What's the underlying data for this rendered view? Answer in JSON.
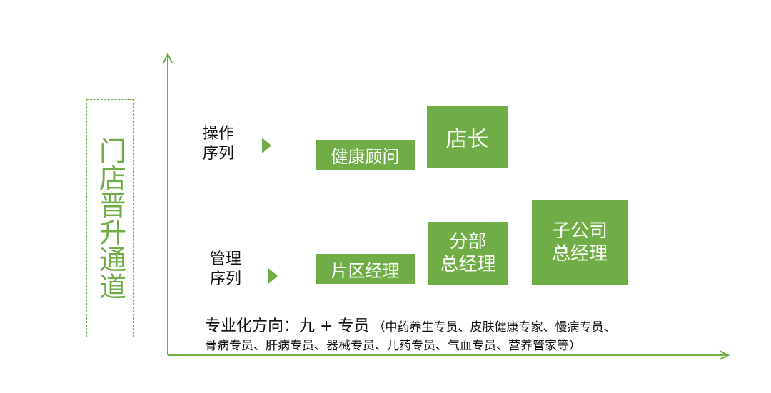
{
  "title": "门店晋升通道",
  "rows": {
    "operation": {
      "label_line1": "操作",
      "label_line2": "序列",
      "step1": "健康顾问",
      "step2": "店长"
    },
    "management": {
      "label_line1": "管理",
      "label_line2": "序列",
      "step1": "片区经理",
      "step2_line1": "分部",
      "step2_line2": "总经理",
      "step3_line1": "子公司",
      "step3_line2": "总经理"
    }
  },
  "specialization": {
    "main": "专业化方向：九 + 专员",
    "detail_line1": "（中药养生专员、皮肤健康专家、慢病专员、",
    "detail_line2": "骨病专员、肝病专员、器械专员、儿药专员、气血专员、营养管家等）"
  },
  "colors": {
    "accent": "#70ad47",
    "text": "#111111",
    "box_text": "#ffffff"
  }
}
